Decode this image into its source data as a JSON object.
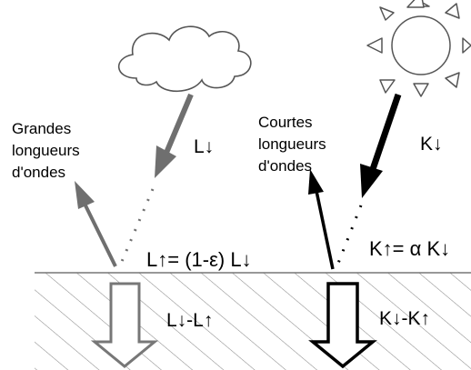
{
  "labels": {
    "long_wave_title": "Grandes\nlongueurs\nd'ondes",
    "short_wave_title": "Courtes\nlongueurs\nd'ondes",
    "l_down": "L↓",
    "k_down": "K↓",
    "l_up_eq": "L↑= (1-ε) L↓",
    "k_up_eq": "K↑= α K↓",
    "l_net": "L↓-L↑",
    "k_net": "K↓-K↑"
  },
  "icons": {
    "sun": "sun-icon",
    "cloud": "cloud-icon"
  },
  "colors": {
    "longwave_arrow": "#6f6f6f",
    "shortwave_arrow": "#000000",
    "ground_hatch": "#7a7a7a",
    "ground_line": "#777777",
    "outline": "#555555"
  }
}
